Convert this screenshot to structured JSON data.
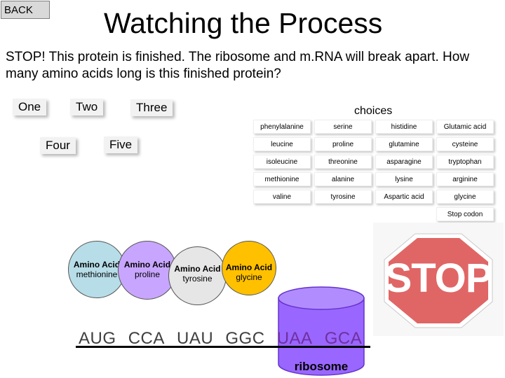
{
  "back_label": "BACK",
  "title": "Watching the Process",
  "question": "STOP! This protein is finished. The ribosome and m.RNA will break apart. How many amino acids long is this finished protein?",
  "answers": {
    "one": "One",
    "two": "Two",
    "three": "Three",
    "four": "Four",
    "five": "Five"
  },
  "choices": {
    "title": "choices",
    "rows": [
      [
        "phenylalanine",
        "serine",
        "histidine",
        "Glutamic acid"
      ],
      [
        "leucine",
        "proline",
        "glutamine",
        "cysteine"
      ],
      [
        "isoleucine",
        "threonine",
        "asparagine",
        "tryptophan"
      ],
      [
        "methionine",
        "alanine",
        "lysine",
        "arginine"
      ],
      [
        "valine",
        "tyrosine",
        "Aspartic acid",
        "glycine"
      ]
    ],
    "stop_codon": "Stop codon"
  },
  "amino_acids": [
    {
      "title": "Amino Acid",
      "name": "methionine",
      "color": "#b7dde8"
    },
    {
      "title": "Amino Acid",
      "name": "proline",
      "color": "#c8a6ff"
    },
    {
      "title": "Amino Acid",
      "name": "tyrosine",
      "color": "#e6e6e6"
    },
    {
      "title": "Amino Acid",
      "name": "glycine",
      "color": "#ffc000"
    }
  ],
  "stop_sign": "STOP",
  "codons": [
    "AUG",
    "CCA",
    "UAU",
    "GGC",
    "UAA",
    "GCA"
  ],
  "ribosome_label": "ribosome",
  "colors": {
    "ribosome": "#9966ff",
    "stop_sign": "#e06666",
    "codon_gray": "#404040",
    "codon_purple": "#7030a0"
  }
}
